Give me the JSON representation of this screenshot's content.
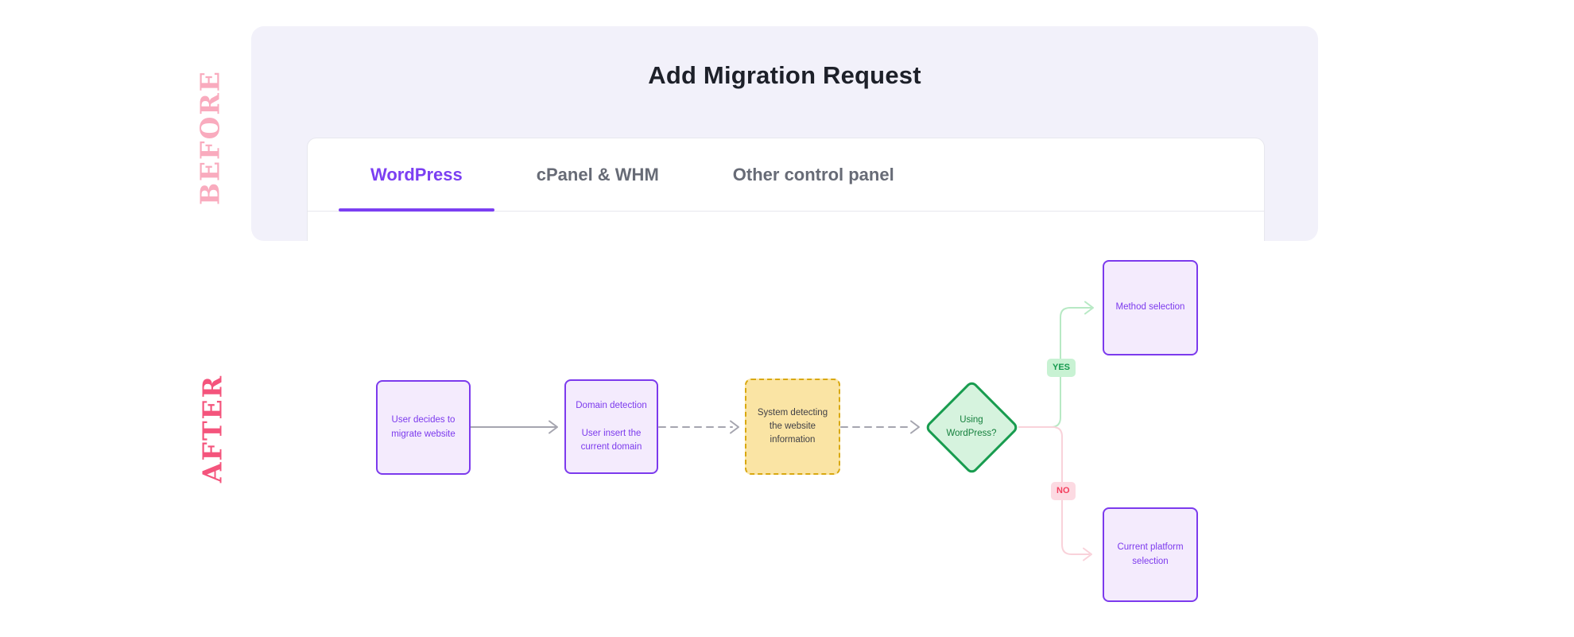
{
  "before": {
    "section_label": "BEFORE",
    "title": "Add Migration Request",
    "tabs": [
      {
        "label": "WordPress"
      },
      {
        "label": "cPanel & WHM"
      },
      {
        "label": "Other control panel"
      }
    ]
  },
  "after": {
    "section_label": "AFTER",
    "flowchart": {
      "nodes": {
        "start": "User decides to\nmigrate website",
        "domain_detection": "Domain detection\n\nUser insert the\ncurrent domain",
        "system_detecting": "System detecting\nthe website\ninformation",
        "decision": "Using\nWordPress?",
        "method_selection": "Method selection",
        "platform_selection": "Current platform\nselection"
      },
      "branch_yes": "YES",
      "branch_no": "NO"
    }
  },
  "colors": {
    "panel-bg": "#f2f1fa",
    "title-color": "#1d2029",
    "tab-active": "#7b3ff2",
    "tab-inactive": "#676b76",
    "card-border": "#e7e7ee",
    "before-pink": "#f9abbe",
    "after-rose": "#f4547c",
    "purple-border": "#7c3aed",
    "purple-fill": "#f4ebfd",
    "purple-text": "#7c3aed",
    "amber-border": "#d9a810",
    "amber-fill": "#fae4a4",
    "amber-text": "#3f3f46",
    "green-border": "#189c4f",
    "green-fill": "#d6f3de",
    "green-text": "#15803d",
    "yes-bg": "#c8f2d3",
    "yes-text": "#169a4e",
    "no-bg": "#fcdae2",
    "no-text": "#f43f5e",
    "line-green": "#b7e9c4",
    "line-pink": "#f9d2da",
    "arrow-gray": "#a5a5af"
  }
}
